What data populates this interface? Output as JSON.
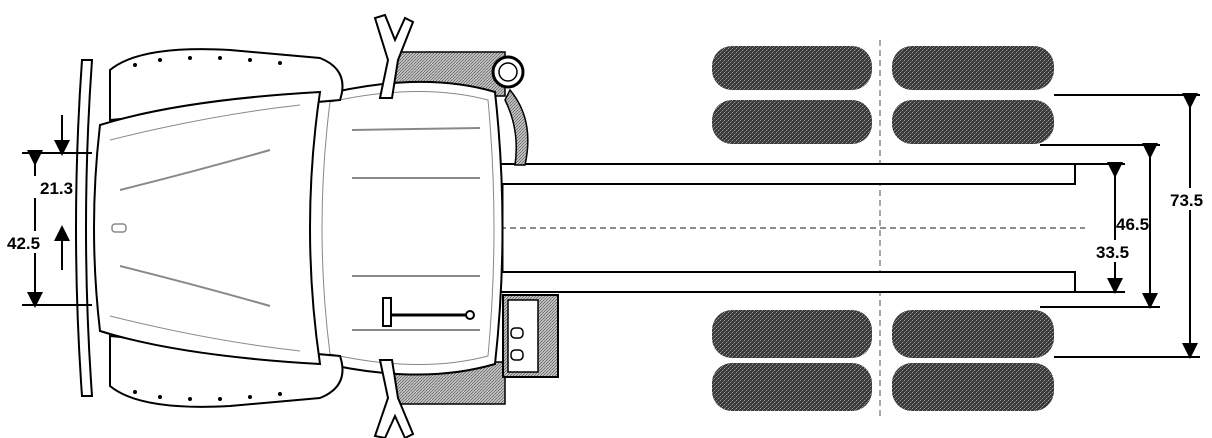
{
  "diagram": {
    "view": "top view truck chassis cab",
    "colors": {
      "line": "#000000",
      "body_fill": "#ffffff",
      "shading": "#8a8a8a",
      "tire": "#3a3a3a",
      "tire_light": "#9a9a9a",
      "centerline": "#8c8c8c"
    },
    "dimensions": {
      "front_half_width": "21.3",
      "front_width": "42.5",
      "frame_outer": "46.5",
      "frame_inner": "33.5",
      "axle_width": "73.5"
    }
  }
}
